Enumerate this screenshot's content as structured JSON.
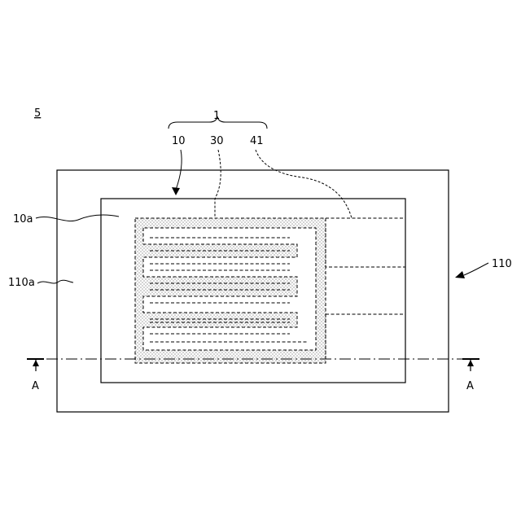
{
  "figure": {
    "number": "5",
    "labels": {
      "group": "1",
      "substrate": "10",
      "resistor": "30",
      "lead": "41",
      "substrate_surface": "10a",
      "package_surface": "110a",
      "package": "110",
      "section_left": "A",
      "section_right": "A"
    },
    "colors": {
      "line": "#000000",
      "background": "#ffffff",
      "dot_fill": "#9a9a9a"
    }
  }
}
